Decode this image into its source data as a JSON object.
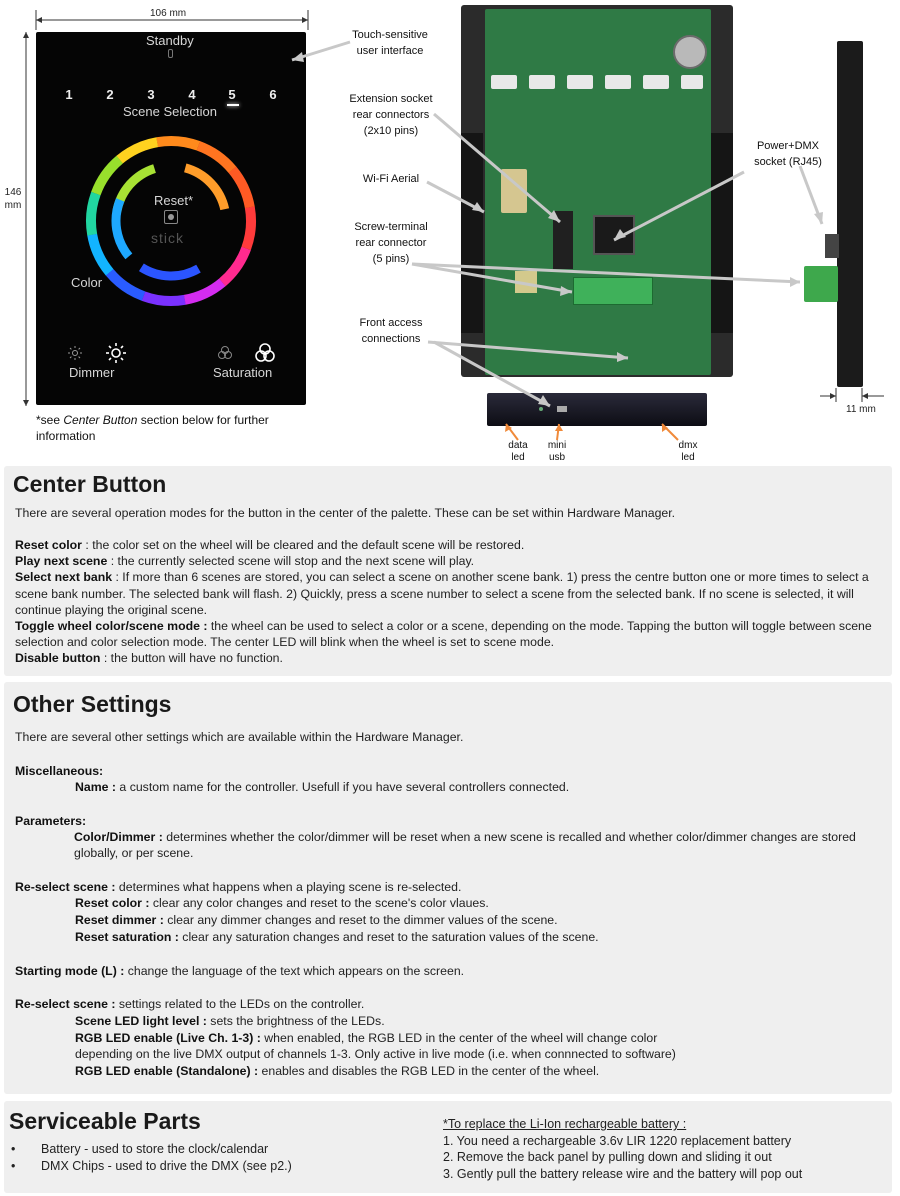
{
  "dimensions": {
    "width_label": "106 mm",
    "height_label": "146\nmm",
    "height_top": "146",
    "height_bottom": "mm",
    "depth_label": "11 mm"
  },
  "controller": {
    "standby": "Standby",
    "scene_numbers": [
      "1",
      "2",
      "3",
      "4",
      "5",
      "6"
    ],
    "scene_selection": "Scene Selection",
    "reset": "Reset*",
    "brand": "stick",
    "color": "Color",
    "dimmer": "Dimmer",
    "saturation": "Saturation",
    "footnote_pre": "*see ",
    "footnote_em": "Center Button",
    "footnote_post": " section below for further information"
  },
  "callouts": {
    "touch": "Touch-sensitive\nuser interface",
    "extension": "Extension socket\nrear connectors\n(2x10 pins)",
    "wifi": "Wi-Fi Aerial",
    "screw": "Screw-terminal\nrear connector\n(5 pins)",
    "front": "Front access\nconnections",
    "power": "Power+DMX\nsocket (RJ45)",
    "data_led": "data\nled",
    "mini_usb": "mini\nusb",
    "dmx_led": "dmx\nled"
  },
  "center_button": {
    "title": "Center Button",
    "intro": "There are several operation modes for the button in the center of the palette. These can be set within Hardware Manager.",
    "items": [
      {
        "term": "Reset color",
        "text": " : the color set on the wheel will be cleared and the default scene will be restored."
      },
      {
        "term": "Play next scene",
        "text": " : the currently selected scene will stop and the next scene will play."
      },
      {
        "term": "Select next bank",
        "text": " : If more than 6 scenes are stored, you can select a scene on another scene bank.  1) press the centre button one or more times to select a scene bank number.  The selected bank will flash.  2) Quickly, press a scene number to select a scene from the selected bank.  If no scene is selected, it will continue playing the original scene."
      },
      {
        "term": "Toggle wheel color/scene mode :",
        "text": " the wheel can be used to select a color or a scene, depending on the mode. Tapping the button will toggle between scene selection and color selection mode. The center LED will blink when the wheel is set to scene mode."
      },
      {
        "term": "Disable button",
        "text": " : the button will have no function."
      }
    ]
  },
  "other_settings": {
    "title": "Other Settings",
    "intro": "There are several other settings which are available within the Hardware Manager.",
    "misc_head": "Miscellaneous:",
    "name_term": "Name :",
    "name_text": " a custom name for the controller. Usefull if you have several controllers connected.",
    "params_head": "Parameters:",
    "colordim_term": "Color/Dimmer :",
    "colordim_text": " determines whether the color/dimmer will be reset when a new scene is recalled and whether color/dimmer changes are stored  globally, or per scene.",
    "reselect_term": "Re-select scene :",
    "reselect_text": " determines what happens when a playing scene is re-selected.",
    "resetcolor_term": "Reset color :",
    "resetcolor_text": " clear any color changes and reset to the scene's color vlaues.",
    "resetdim_term": "Reset dimmer :",
    "resetdim_text": " clear any dimmer changes and reset to the dimmer values of the scene.",
    "resetsat_term": "Reset saturation :",
    "resetsat_text": " clear any saturation changes and reset to the saturation values of the scene.",
    "starting_term": "Starting mode (L) :",
    "starting_text": " change the language of the text which appears on the screen.",
    "reselect2_term": "Re-select scene :",
    "reselect2_text": " settings related to the LEDs on the controller.",
    "sceneled_term": "Scene LED light level :",
    "sceneled_text": " sets the brightness of the LEDs.",
    "rgblive_term": "RGB LED enable (Live Ch. 1-3) :",
    "rgblive_text": " when enabled, the RGB LED in the center of the wheel will change color",
    "rgblive_text2": "depending on the live DMX output of channels 1-3. Only active in live mode (i.e. when connnected to software)",
    "rgbstand_term": "RGB LED enable (Standalone) :",
    "rgbstand_text": " enables and disables the RGB LED in the center of the wheel."
  },
  "serviceable": {
    "title": "Serviceable Parts",
    "bullets": [
      "Battery - used to store the clock/calendar",
      "DMX Chips - used to drive the DMX (see p2.)"
    ],
    "battery_head": "*To replace the Li-Ion rechargeable battery :",
    "steps": [
      "1. You need a rechargeable 3.6v LIR 1220 replacement battery",
      "2. Remove the back panel by pulling down and sliding it out",
      "3. Gently pull the battery release wire and the battery will pop out"
    ]
  }
}
